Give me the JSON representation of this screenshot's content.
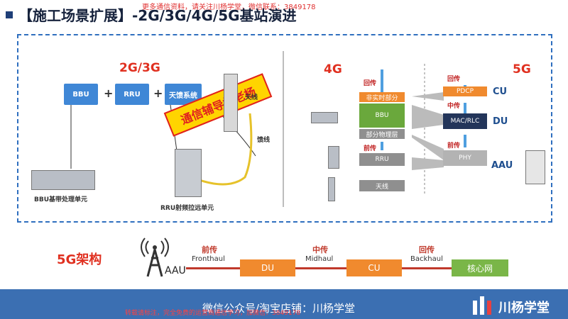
{
  "top_note": "更多通信资料，请关注川杨学堂，微信联系：3849178",
  "title": "【施工场景扩展】-2G/3G/4G/5G基站演进",
  "left": {
    "heading": "2G/3G",
    "boxes": [
      "BBU",
      "RRU",
      "天馈系统"
    ],
    "plus": "+",
    "banner": "通信辅导找老杨",
    "labels": {
      "antenna": "天线",
      "feeder": "馈线",
      "bbu": "BBU基带处理单元",
      "rru": "RRU射频拉远单元"
    }
  },
  "right": {
    "heading_4g": "4G",
    "heading_5g": "5G",
    "backhaul_cn": "回传",
    "midhaul_cn": "中传",
    "fronthaul_cn": "前传",
    "stack_4g": [
      "非实时部分",
      "BBU",
      "部分物理层",
      "RRU",
      "天线"
    ],
    "stack_5g": [
      "PDCP",
      "MAC/RLC",
      "PHY"
    ],
    "units": [
      "CU",
      "DU",
      "AAU"
    ]
  },
  "arch": {
    "title": "5G架构",
    "aau": "AAU",
    "fronthaul_cn": "前传",
    "fronthaul_en": "Fronthaul",
    "midhaul_cn": "中传",
    "midhaul_en": "Midhaul",
    "backhaul_cn": "回传",
    "backhaul_en": "Backhaul",
    "du": "DU",
    "cu": "CU",
    "core": "核心网"
  },
  "footer": {
    "text": "微信公众号/淘宝店铺：川杨学堂",
    "red": "转载请标注，完全免费的运营商通信学习，加微信：3849178",
    "brand": "川杨学堂"
  },
  "colors": {
    "accent_red": "#e03020",
    "blue": "#3f87d6",
    "orange": "#f08a2e",
    "green": "#7ab648",
    "footer": "#3b6fb2"
  }
}
